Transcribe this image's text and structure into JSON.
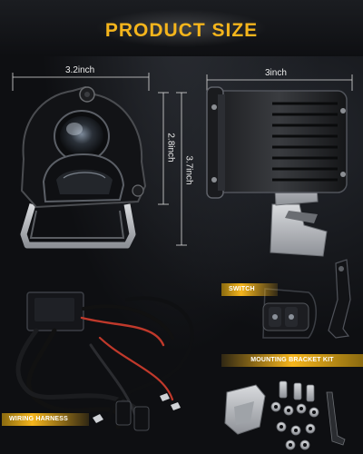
{
  "header": {
    "title": "PRODUCT SIZE"
  },
  "dimensions": {
    "front_width": "3.2inch",
    "lens_height": "2.8inch",
    "total_height": "3.7inch",
    "side_depth": "3inch"
  },
  "labels": {
    "switch": "SWITCH",
    "mounting_bracket_kit": "MOUNTING BRACKET KIT",
    "wiring_harness": "WIRING HARNESS"
  },
  "colors": {
    "accent": "#f5b51c",
    "background": "#0e0f12"
  }
}
